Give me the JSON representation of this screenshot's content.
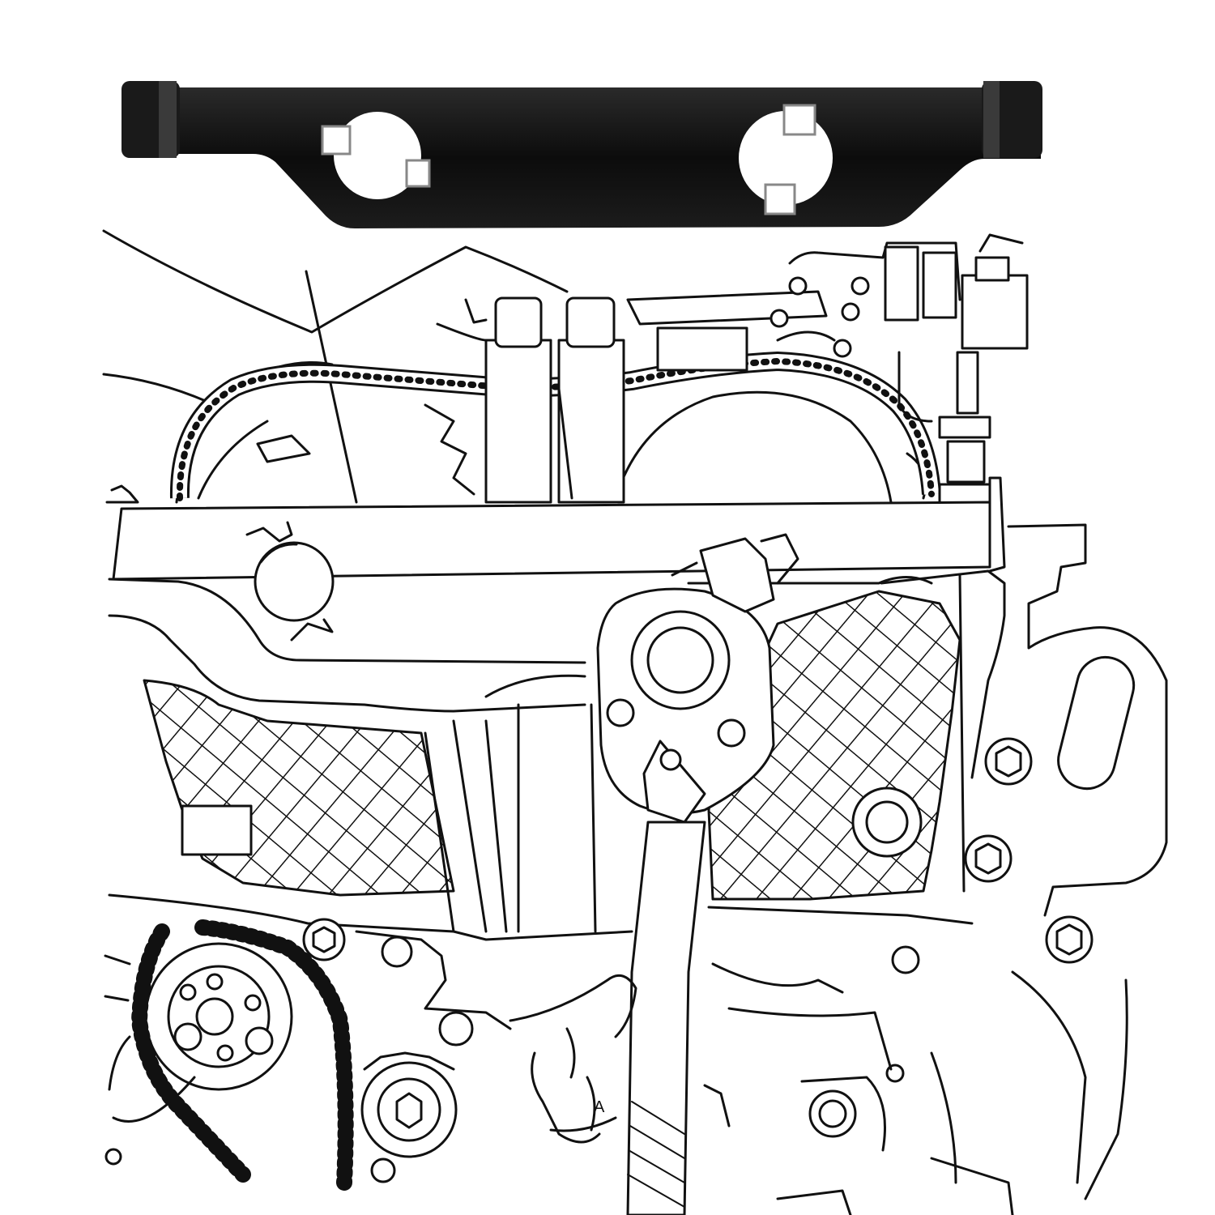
{
  "image": {
    "domain": "Diagram",
    "background": "#ffffff",
    "line_color": "#111111",
    "tool_color": "#111111"
  },
  "product": {
    "name": "camshaft-locking-tool",
    "icon": "camshaft-locking-bar"
  },
  "illustration": {
    "subject": "engine-timing-installation",
    "labels": {
      "callout_1": "A"
    }
  }
}
